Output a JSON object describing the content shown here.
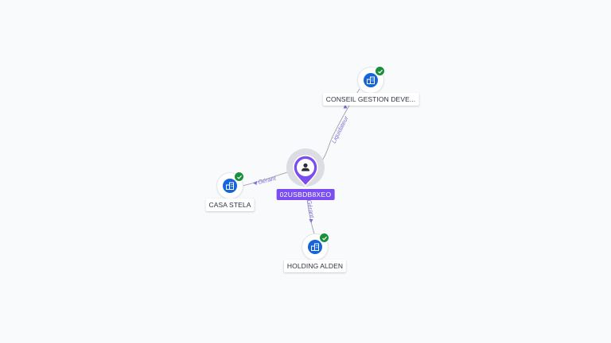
{
  "center_person": {
    "label": "02USBDB8XEO",
    "icon": "person-icon",
    "color": "#7a4df0"
  },
  "companies": [
    {
      "id": "conseil",
      "label": "CONSEIL GESTION DEVE...",
      "icon": "building-icon",
      "verified": true
    },
    {
      "id": "casa",
      "label": "CASA STELA",
      "icon": "building-icon",
      "verified": true
    },
    {
      "id": "holding",
      "label": "HOLDING ALDEN",
      "icon": "building-icon",
      "verified": true
    }
  ],
  "relations": [
    {
      "to": "conseil",
      "role": "Liquidateur"
    },
    {
      "to": "casa",
      "role": "Gérant"
    },
    {
      "to": "holding",
      "role": "Gérant"
    }
  ],
  "colors": {
    "background": "#f9fafc",
    "company_icon": "#1565d8",
    "verified_badge": "#1a8f3c",
    "edge_label": "#7d6fd8"
  }
}
